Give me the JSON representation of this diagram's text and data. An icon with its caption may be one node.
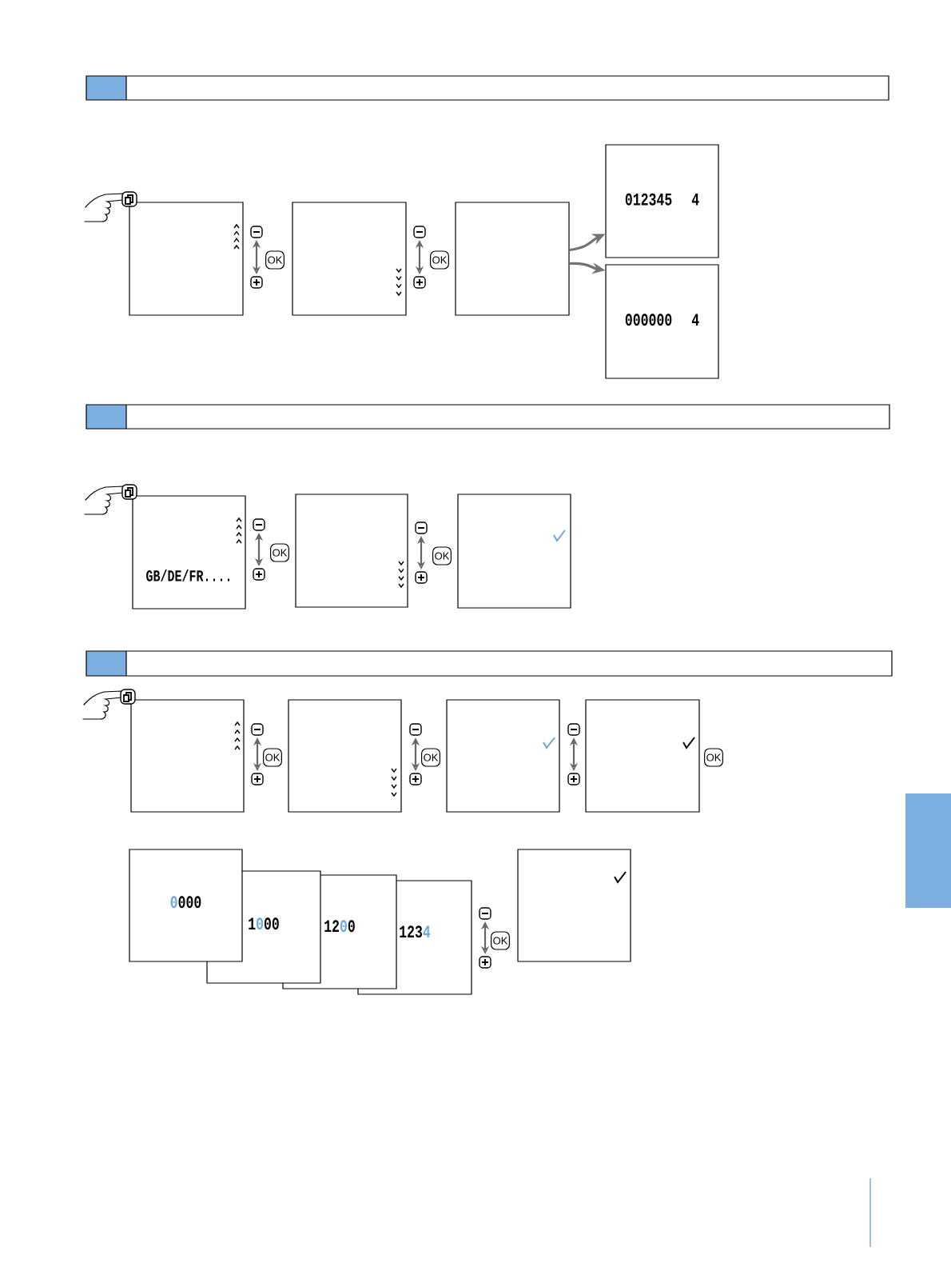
{
  "diagram": {
    "nodes": [
      {
        "text": [],
        "shape": "box"
      },
      {
        "text": [],
        "shape": "box"
      },
      {
        "text": [],
        "shape": "box"
      },
      {
        "text": [
          "012345",
          "4"
        ]
      },
      {
        "text": [
          "000000",
          "4"
        ]
      },
      {
        "text": [
          "GB/DE/FR...."
        ]
      },
      {
        "text": [],
        "shape": "box"
      },
      {
        "text": [],
        "shape": "box"
      },
      {
        "text": [],
        "shape": "box"
      },
      {
        "text": [],
        "shape": "box"
      },
      {
        "text": [],
        "shape": "box"
      },
      {
        "text": [],
        "shape": "box"
      },
      {
        "text": [
          "0000"
        ]
      },
      {
        "text": [
          "1000"
        ]
      },
      {
        "text": [
          "1200"
        ]
      },
      {
        "text": [
          "1234"
        ]
      },
      {
        "text": [],
        "shape": "box"
      }
    ],
    "edges": [
      {
        "from": 2,
        "to": 3,
        "arrow": "to"
      },
      {
        "from": 2,
        "to": 4,
        "arrow": "to"
      }
    ],
    "labels": [
      "OK",
      "OK",
      "OK",
      "OK",
      "OK",
      "OK",
      "OK",
      "OK"
    ]
  }
}
